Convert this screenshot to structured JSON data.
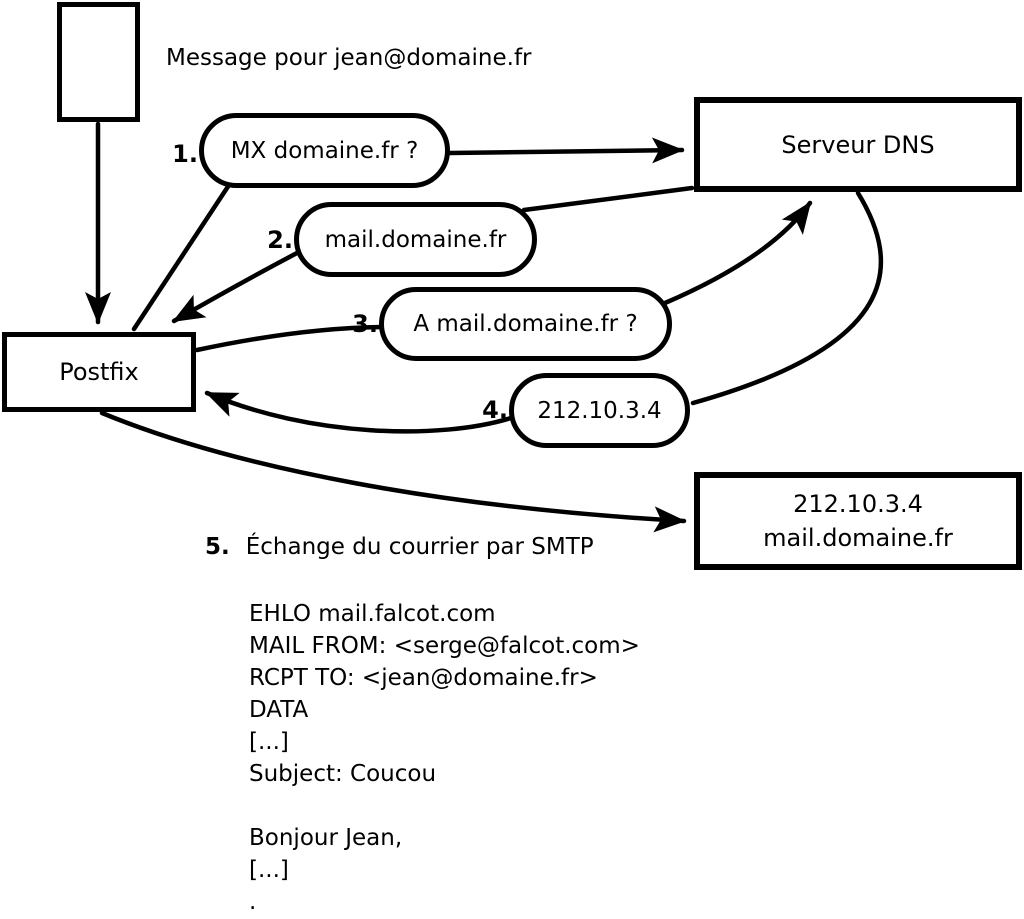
{
  "diagram": {
    "title_note": "Message pour jean@domaine.fr",
    "nodes": {
      "postfix": "Postfix",
      "dns": "Serveur DNS",
      "dest_line1": "212.10.3.4",
      "dest_line2": "mail.domaine.fr"
    },
    "steps": [
      {
        "num": "1.",
        "label": "MX domaine.fr ?"
      },
      {
        "num": "2.",
        "label": "mail.domaine.fr"
      },
      {
        "num": "3.",
        "label": "A mail.domaine.fr ?"
      },
      {
        "num": "4.",
        "label": "212.10.3.4"
      },
      {
        "num": "5.",
        "label": "Échange du courrier par SMTP"
      }
    ],
    "smtp_session": {
      "lines": [
        "EHLO mail.falcot.com",
        "MAIL FROM: <serge@falcot.com>",
        "RCPT TO: <jean@domaine.fr>",
        "DATA",
        "[...]",
        "Subject: Coucou",
        "",
        "Bonjour Jean,",
        "[...]",
        "."
      ]
    },
    "colors": {
      "stroke": "#000000",
      "background": "#ffffff"
    }
  }
}
